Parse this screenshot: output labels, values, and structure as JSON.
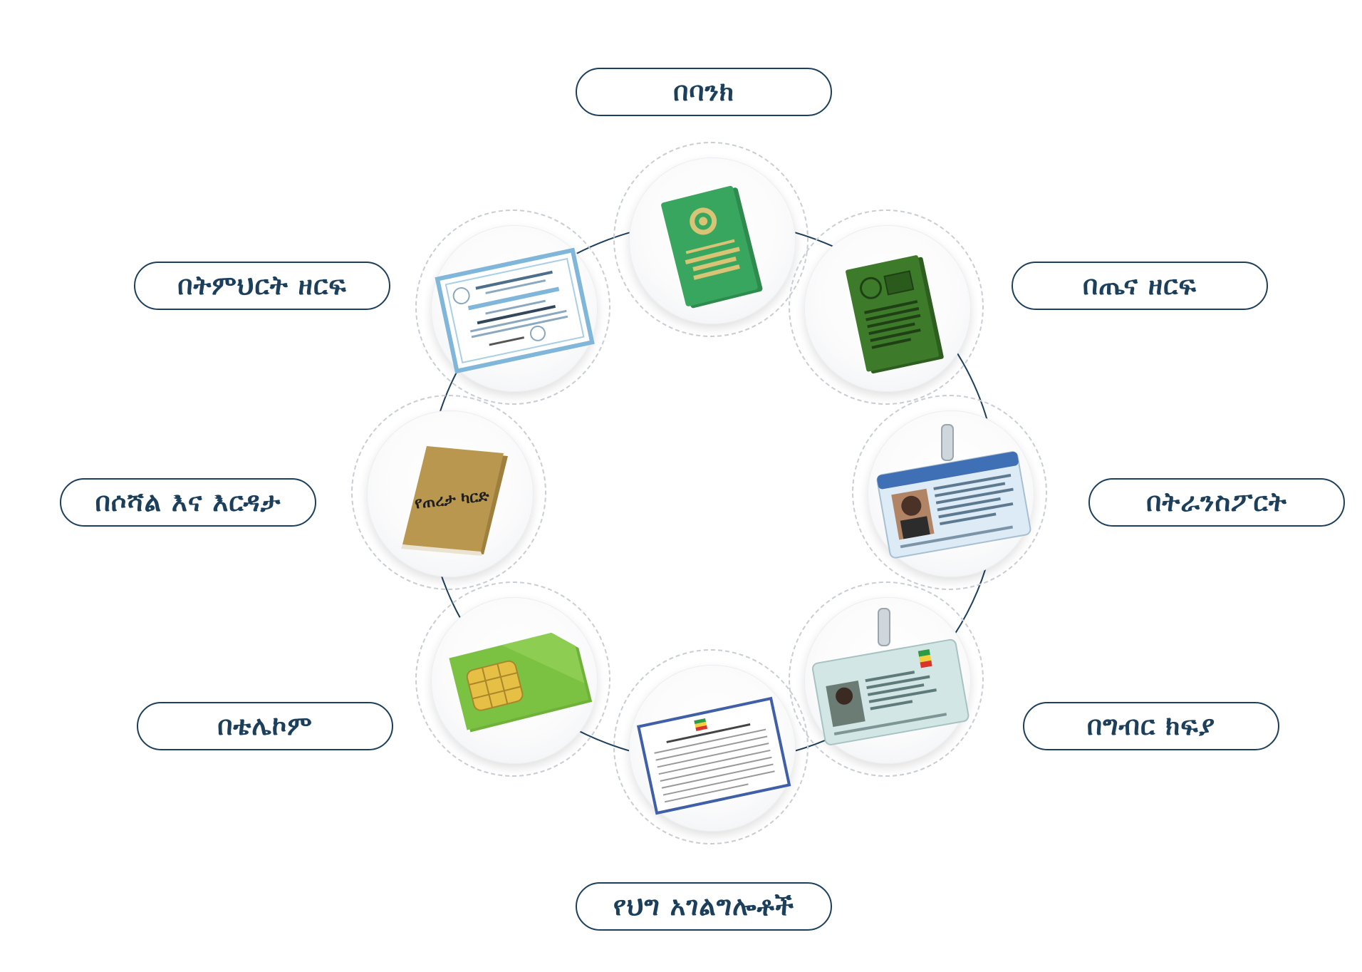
{
  "diagram": {
    "labels": {
      "bank": "በባንክ",
      "health": "በጤና ዘርፍ",
      "education": "በትምህርት ዘርፍ",
      "transport": "በትራንስፖርት",
      "social": "በሶሻል እና እርዳታ",
      "tax": "በግብር ክፍያ",
      "telecom": "በቴሌኮም",
      "legal": "የህግ አገልግሎቶች"
    },
    "icons": {
      "bank": "bank-passbook-icon",
      "health": "health-booklet-icon",
      "education": "accreditation-certificate-icon",
      "transport": "driving-license-icon",
      "social": "ration-card-icon",
      "tax": "tax-id-card-icon",
      "telecom": "sim-card-icon",
      "legal": "legal-form-icon"
    },
    "ration_card_text": "የጠረታ ካርድ",
    "colors": {
      "outline": "#1c3f5c",
      "dashed_ring": "#c9ced4",
      "passbook_green": "#36a25c",
      "health_green": "#3d7a2a",
      "ration_gold": "#b9974e",
      "sim_green": "#7cc242",
      "chip_gold": "#e6bf45",
      "certificate_blue": "#7fb6d9"
    }
  }
}
